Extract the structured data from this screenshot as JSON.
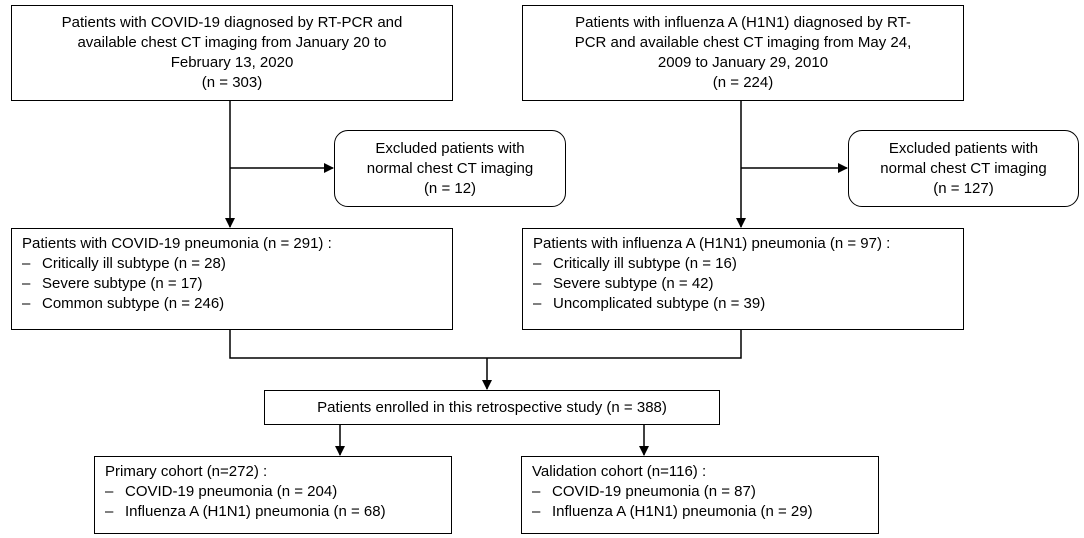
{
  "covid_source": {
    "lines": [
      "Patients with COVID-19 diagnosed by RT-PCR and",
      "available chest CT imaging from January 20 to",
      "February 13, 2020",
      "(n = 303)"
    ]
  },
  "flu_source": {
    "lines": [
      "Patients with influenza A (H1N1) diagnosed by RT-",
      "PCR and available chest CT imaging from May 24,",
      "2009 to January 29, 2010",
      "(n = 224)"
    ]
  },
  "covid_excluded": {
    "lines": [
      "Excluded patients with",
      "normal chest CT imaging",
      "(n = 12)"
    ]
  },
  "flu_excluded": {
    "lines": [
      "Excluded patients with",
      "normal chest CT imaging",
      "(n = 127)"
    ]
  },
  "covid_pneumonia": {
    "header": "Patients with COVID-19 pneumonia (n = 291) :",
    "items": [
      "Critically ill subtype (n = 28)",
      "Severe subtype (n = 17)",
      "Common subtype (n = 246)"
    ]
  },
  "flu_pneumonia": {
    "header": "Patients with influenza A (H1N1) pneumonia (n = 97) :",
    "items": [
      "Critically ill subtype (n = 16)",
      "Severe subtype (n = 42)",
      "Uncomplicated subtype (n = 39)"
    ]
  },
  "enrolled": {
    "text": "Patients enrolled in this retrospective study (n = 388)"
  },
  "primary_cohort": {
    "header": "Primary cohort (n=272) :",
    "items": [
      "COVID-19 pneumonia (n = 204)",
      "Influenza A (H1N1) pneumonia (n = 68)"
    ]
  },
  "validation_cohort": {
    "header": "Validation cohort (n=116) :",
    "items": [
      "COVID-19 pneumonia (n = 87)",
      "Influenza A (H1N1) pneumonia (n = 29)"
    ]
  }
}
